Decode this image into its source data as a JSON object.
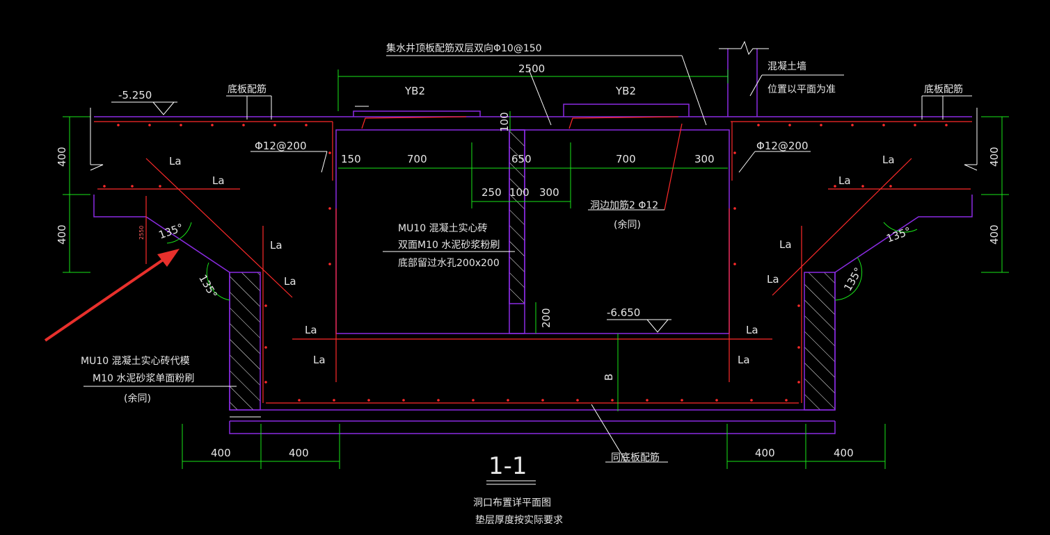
{
  "title": "1-1",
  "notes": [
    "洞口布置详平面图",
    "垫层厚度按实际要求"
  ],
  "labels": {
    "top_rebar": "集水井顶板配筋双层双向Φ10@150",
    "concrete_wall": "混凝土墙",
    "wall_position": "位置以平面为准",
    "bottom_rebar_left": "底板配筋",
    "bottom_rebar_right": "底板配筋",
    "elev_top": "-5.250",
    "elev_bottom": "-6.650",
    "yb2_left": "YB2",
    "yb2_right": "YB2",
    "phi12_left": "Φ12@200",
    "phi12_right": "Φ12@200",
    "brick_1": "MU10 混凝土实心砖",
    "brick_2": "双面M10 水泥砂浆粉刷",
    "brick_3": "底部留过水孔200x200",
    "edge_bar_1": "洞边加筋2 Φ12",
    "edge_bar_2": "(余同)",
    "mold_1": "MU10 混凝土实心砖代模",
    "mold_2": "M10 水泥砂浆单面粉刷",
    "mold_3": "(余同)",
    "same_bottom": "同底板配筋",
    "angle": "135°",
    "la": "La",
    "b": "B"
  },
  "dims": {
    "top": "2500",
    "d150": "150",
    "d700a": "700",
    "d650": "650",
    "d700b": "700",
    "d300a": "300",
    "d250": "250",
    "d100": "100",
    "d300b": "300",
    "d100v": "100",
    "d200v": "200",
    "left_400_top": "400",
    "left_400_bot": "400",
    "right_400_top": "400",
    "right_400_bot": "400",
    "bot_400_a": "400",
    "bot_400_b": "400",
    "bot_400_c": "400",
    "bot_400_d": "400",
    "small_2550": "2550"
  },
  "colors": {
    "background": "#000000",
    "outline": "#8a2be2",
    "rebar": "#ff2a2a",
    "dimension": "#19e619",
    "leader": "#ffffff",
    "arrow": "#e8302c"
  }
}
